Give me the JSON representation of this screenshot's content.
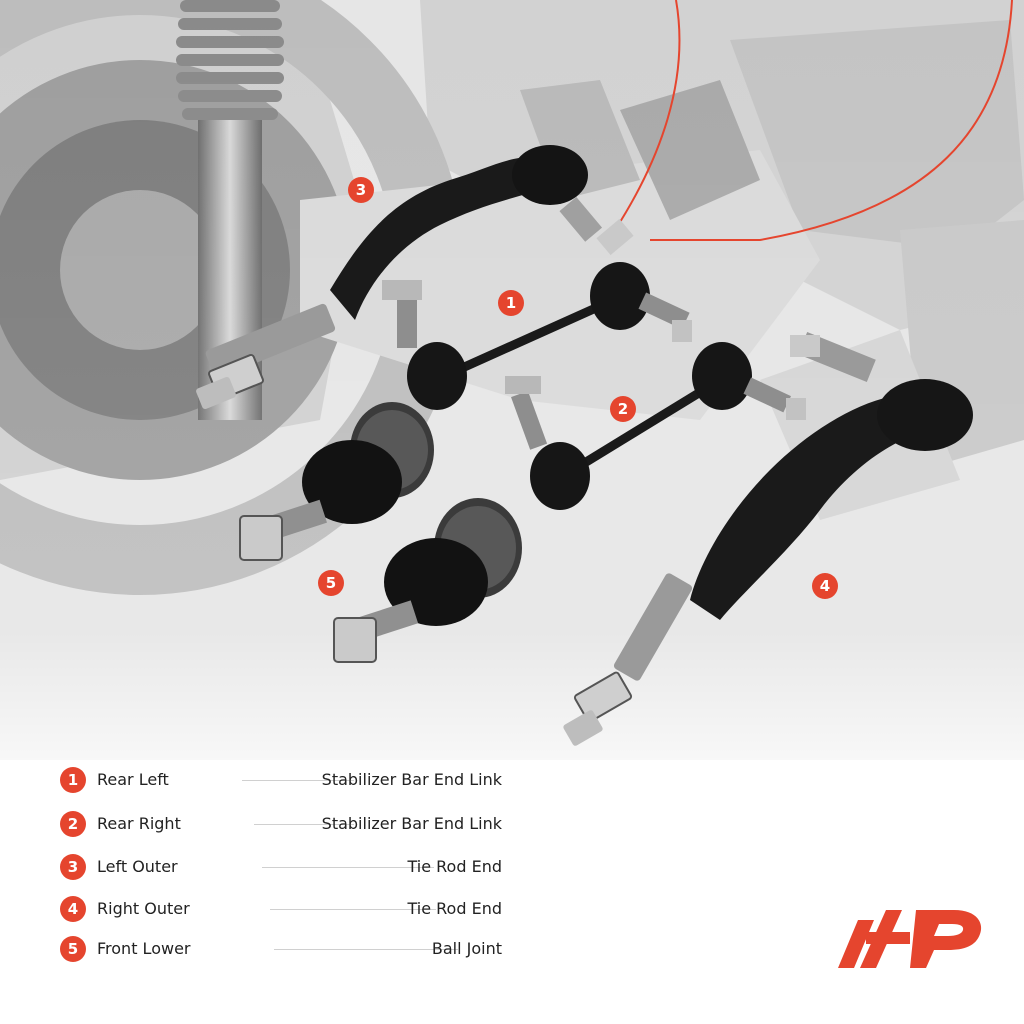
{
  "callouts": [
    "1",
    "2",
    "3",
    "4",
    "5"
  ],
  "legend": [
    {
      "num": "1",
      "position": "Rear Left",
      "part": "Stabilizer Bar End Link"
    },
    {
      "num": "2",
      "position": "Rear Right",
      "part": "Stabilizer Bar End Link"
    },
    {
      "num": "3",
      "position": "Left Outer",
      "part": "Tie Rod End"
    },
    {
      "num": "4",
      "position": "Right Outer",
      "part": "Tie Rod End"
    },
    {
      "num": "5",
      "position": "Front Lower",
      "part": "Ball Joint"
    }
  ],
  "colors": {
    "accent": "#e5452e",
    "text": "#222222",
    "parts": "#1a1a1a",
    "background": "#ffffff"
  },
  "icons": {
    "logo": "brand-logo-icon"
  }
}
